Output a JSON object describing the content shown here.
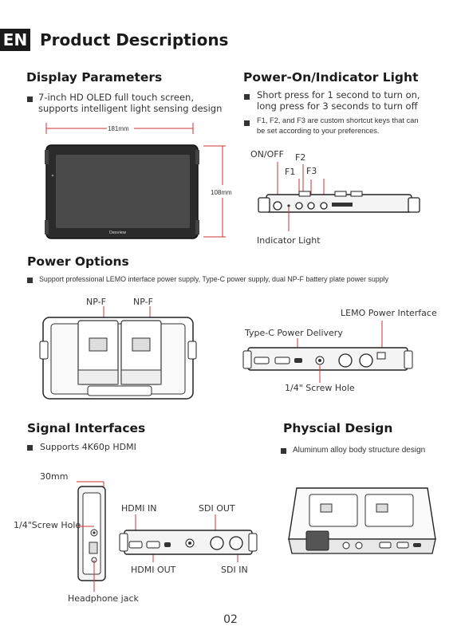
{
  "header": {
    "badge": "EN",
    "title": "Product Descriptions"
  },
  "display": {
    "heading": "Display Parameters",
    "bullet_line1": "7-inch HD OLED full touch screen,",
    "bullet_line2": "supports intelligent light sensing design",
    "width_label": "181mm",
    "height_label": "108mm",
    "brand_label": "Desview"
  },
  "power_on": {
    "heading": "Power-On/Indicator Light",
    "bullet1_line1": "Short press for 1 second to turn on,",
    "bullet1_line2": "long press for 3 seconds to turn off",
    "bullet2_line1": "F1, F2, and F3 are custom shortcut keys that can",
    "bullet2_line2": "be set according to your preferences.",
    "label_onoff": "ON/OFF",
    "label_f1": "F1",
    "label_f2": "F2",
    "label_f3": "F3",
    "label_indicator": "Indicator Light"
  },
  "power_options": {
    "heading": "Power Options",
    "bullet": "Support professional LEMO interface power supply, Type-C power supply, dual NP-F battery plate power supply",
    "label_npf_1": "NP-F",
    "label_npf_2": "NP-F",
    "label_lemo": "LEMO Power Interface",
    "label_typec": "Type-C Power Delivery",
    "label_screw": "1/4\" Screw Hole"
  },
  "signal": {
    "heading": "Signal Interfaces",
    "bullet": "Supports 4K60p HDMI",
    "label_30mm": "30mm",
    "label_screw": "1/4\"Screw Hole",
    "label_hdmi_in": "HDMI IN",
    "label_sdi_out": "SDI OUT",
    "label_hdmi_out": "HDMI OUT",
    "label_sdi_in": "SDI IN",
    "label_headphone": "Headphone jack"
  },
  "physical": {
    "heading": "Physcial Design",
    "bullet": "Aluminum alloy body structure design"
  },
  "footer": {
    "page_number": "02"
  }
}
